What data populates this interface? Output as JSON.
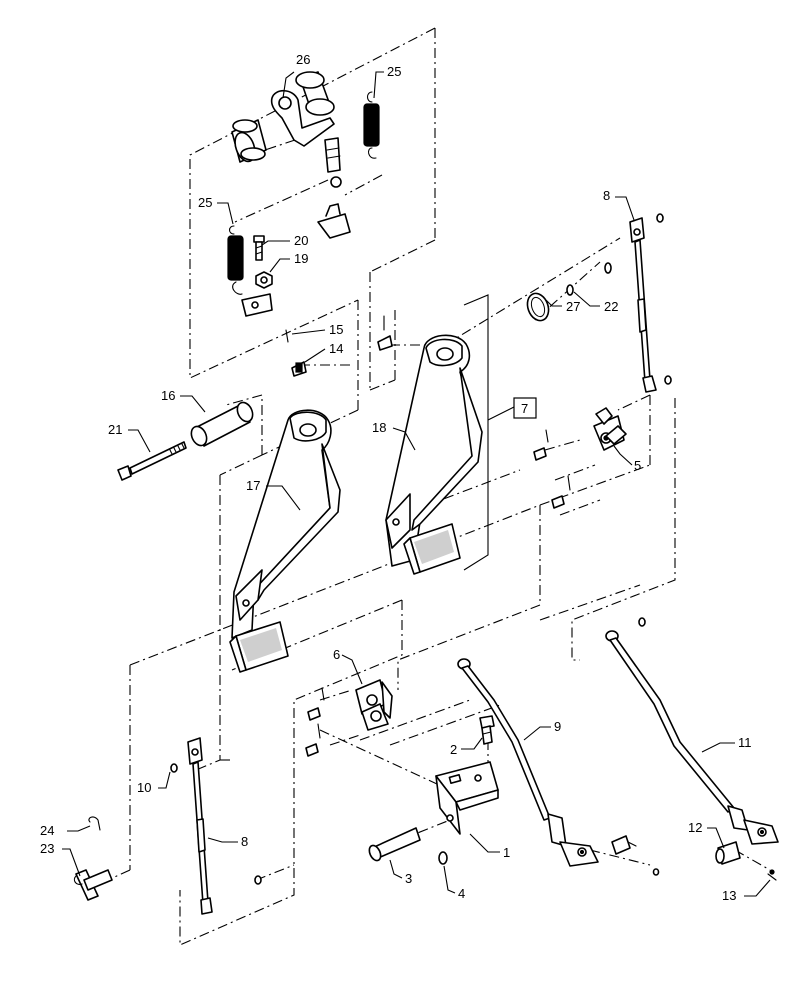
{
  "callouts": [
    {
      "id": "c1",
      "label": "1"
    },
    {
      "id": "c2",
      "label": "2"
    },
    {
      "id": "c3",
      "label": "3"
    },
    {
      "id": "c4",
      "label": "4"
    },
    {
      "id": "c5",
      "label": "5"
    },
    {
      "id": "c6",
      "label": "6"
    },
    {
      "id": "c7",
      "label": "7"
    },
    {
      "id": "c8a",
      "label": "8"
    },
    {
      "id": "c8b",
      "label": "8"
    },
    {
      "id": "c9",
      "label": "9"
    },
    {
      "id": "c10",
      "label": "10"
    },
    {
      "id": "c11",
      "label": "11"
    },
    {
      "id": "c12",
      "label": "12"
    },
    {
      "id": "c13",
      "label": "13"
    },
    {
      "id": "c14",
      "label": "14"
    },
    {
      "id": "c15",
      "label": "15"
    },
    {
      "id": "c16",
      "label": "16"
    },
    {
      "id": "c17",
      "label": "17"
    },
    {
      "id": "c18",
      "label": "18"
    },
    {
      "id": "c19",
      "label": "19"
    },
    {
      "id": "c20",
      "label": "20"
    },
    {
      "id": "c21",
      "label": "21"
    },
    {
      "id": "c22",
      "label": "22"
    },
    {
      "id": "c23",
      "label": "23"
    },
    {
      "id": "c24",
      "label": "24"
    },
    {
      "id": "c25a",
      "label": "25"
    },
    {
      "id": "c25b",
      "label": "25"
    },
    {
      "id": "c26",
      "label": "26"
    },
    {
      "id": "c27",
      "label": "27"
    }
  ]
}
